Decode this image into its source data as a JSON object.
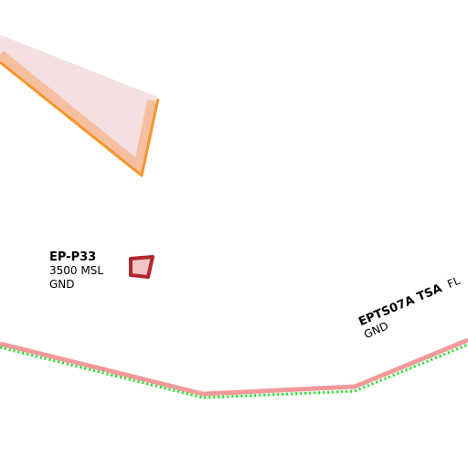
{
  "map": {
    "background": "#ffffff",
    "airspaces": [
      {
        "id": "ep-p33",
        "name": "EP-P33",
        "upper_limit": "3500 MSL",
        "lower_limit": "GND",
        "stroke_color": "#b3262d",
        "fill_color": "#f2c4c4"
      },
      {
        "id": "epts07a-tsa",
        "name": "EPTS07A TSA",
        "upper_limit": "FL",
        "lower_limit": "GND",
        "stroke_color": "#f29999",
        "dotted_color": "#22dd22"
      },
      {
        "id": "top-left-area",
        "stroke_color": "#f7942b",
        "inner_band_color": "#f6bfa0",
        "fill_color": "#f4e0e0"
      }
    ]
  }
}
